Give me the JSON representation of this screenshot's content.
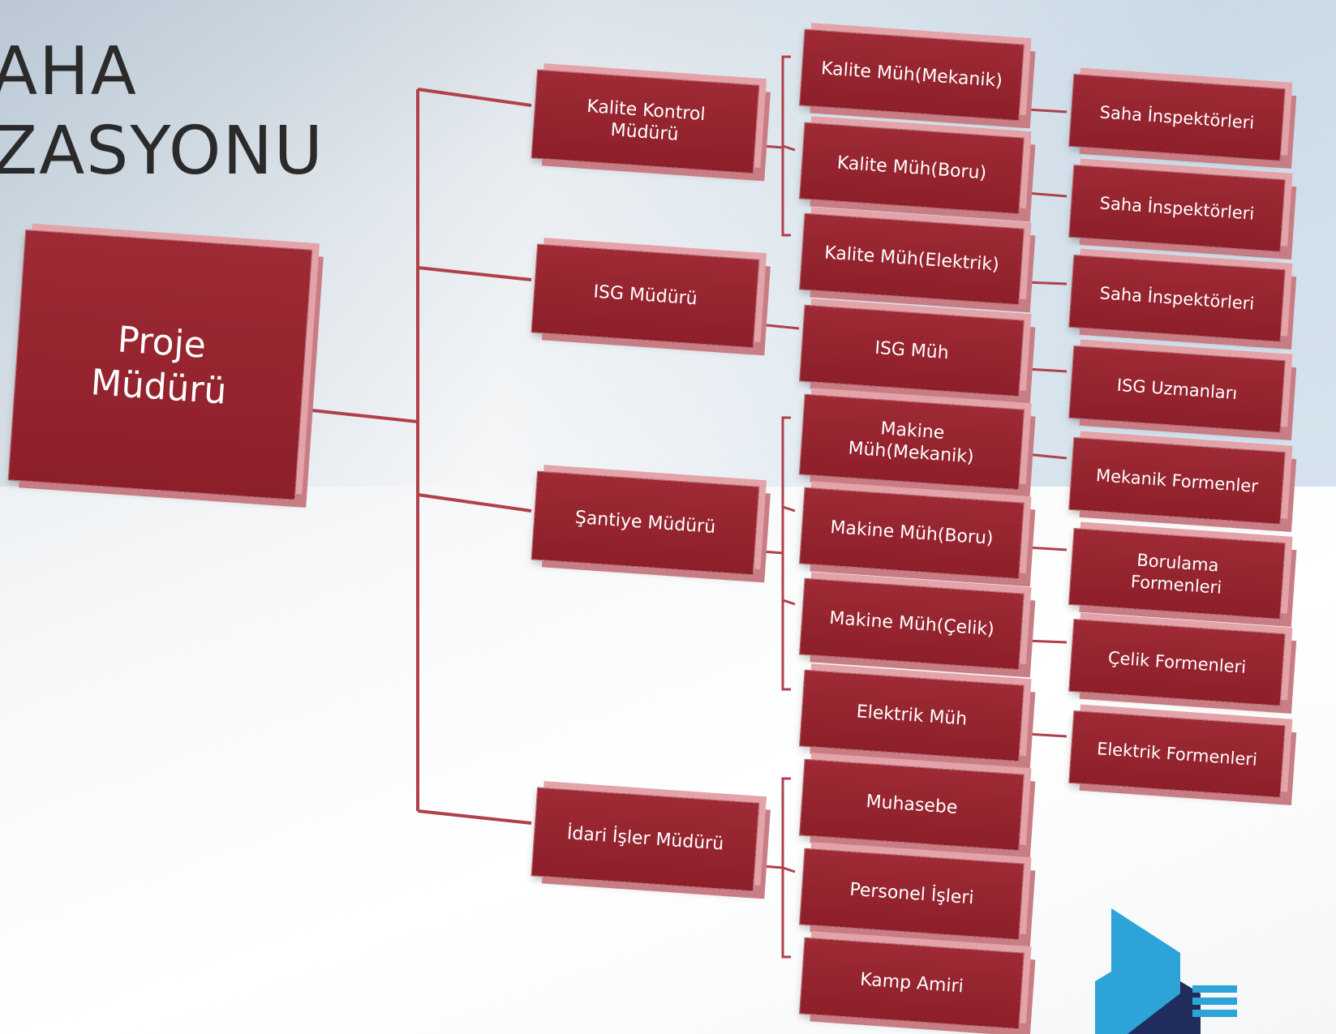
{
  "title": {
    "line1": "AHA",
    "line2": "ZASYONU"
  },
  "root": {
    "label": "Proje\nMüdürü"
  },
  "managers": [
    {
      "label": "Kalite Kontrol\nMüdürü"
    },
    {
      "label": "ISG Müdürü"
    },
    {
      "label": "Şantiye Müdürü"
    },
    {
      "label": "İdari İşler Müdürü"
    }
  ],
  "engineers": [
    {
      "label": "Kalite Müh(Mekanik)"
    },
    {
      "label": "Kalite Müh(Boru)"
    },
    {
      "label": "Kalite Müh(Elektrik)"
    },
    {
      "label": "ISG Müh"
    },
    {
      "label": "Makine\nMüh(Mekanik)"
    },
    {
      "label": "Makine Müh(Boru)"
    },
    {
      "label": "Makine Müh(Çelik)"
    },
    {
      "label": "Elektrik Müh"
    },
    {
      "label": "Muhasebe"
    },
    {
      "label": "Personel İşleri"
    },
    {
      "label": "Kamp Amiri"
    }
  ],
  "staff": [
    {
      "label": "Saha İnspektörleri"
    },
    {
      "label": "Saha İnspektörleri"
    },
    {
      "label": "Saha İnspektörleri"
    },
    {
      "label": "ISG Uzmanları"
    },
    {
      "label": "Mekanik Formenler"
    },
    {
      "label": "Borulama\nFormenleri"
    },
    {
      "label": "Çelik Formenleri"
    },
    {
      "label": "Elektrik Formenleri"
    }
  ],
  "colors": {
    "box_fill": "#8f2029",
    "box_side_light": "#e3a3a8",
    "connector": "#b0404a",
    "logo_blue": "#2da3d8",
    "logo_navy": "#1f2c5c"
  }
}
